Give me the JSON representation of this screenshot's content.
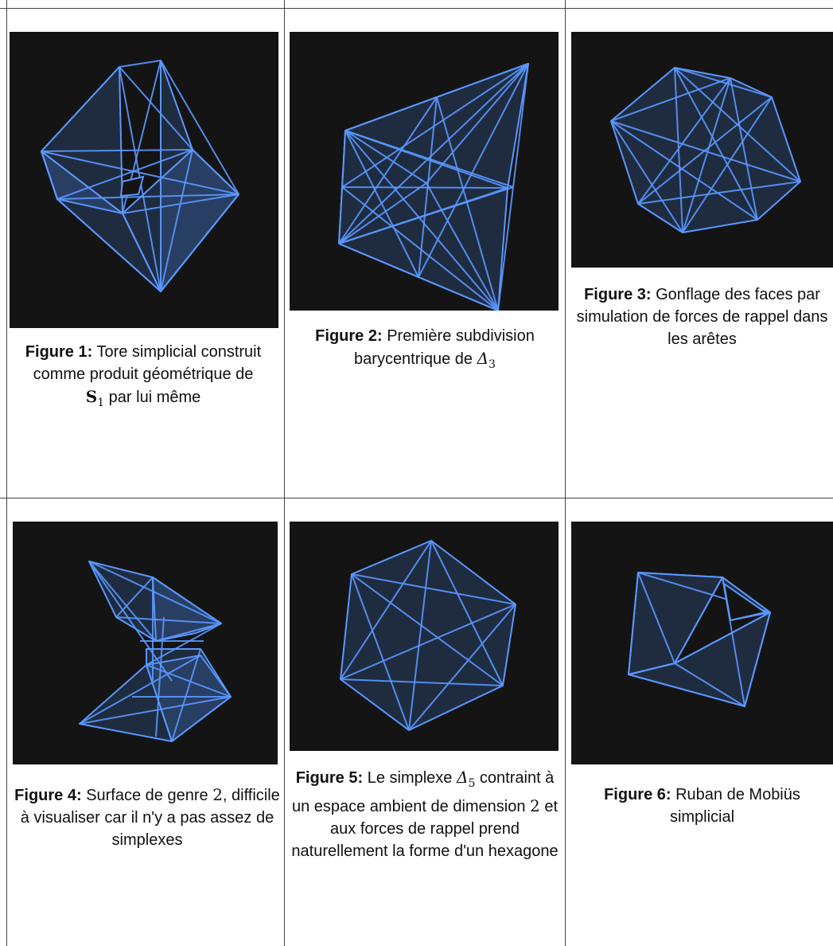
{
  "figures": [
    {
      "label": "Figure 1:",
      "parts": [
        "Tore simplicial construit comme produit géométrique de ",
        "S",
        "1",
        " par lui même"
      ],
      "image": "simplicial-torus"
    },
    {
      "label": "Figure 2:",
      "parts": [
        "Première subdivision barycentrique de ",
        "Δ",
        "3"
      ],
      "image": "barycentric-subdivision"
    },
    {
      "label": "Figure 3:",
      "parts": [
        "Gonflage des faces par simulation de forces de rappel dans les arêtes"
      ],
      "image": "inflated-faces"
    },
    {
      "label": "Figure 4:",
      "parts": [
        "Surface de genre ",
        "2",
        ", difficile à visualiser car il n'y a pas assez de simplexes"
      ],
      "image": "genus-2-surface"
    },
    {
      "label": "Figure 5:",
      "parts": [
        "Le simplexe ",
        "Δ",
        "5",
        " contraint à un espace ambient de dimension ",
        "2",
        " et aux forces de rappel prend naturellement la forme d'un hexagone"
      ],
      "image": "simplex-hexagon"
    },
    {
      "label": "Figure 6:",
      "parts": [
        "Ruban de Mobiüs simplicial"
      ],
      "image": "mobius-strip"
    }
  ],
  "colors": {
    "figure_bg": "#141414",
    "edge": "#5a97ff",
    "face": "#4a84dd",
    "grid_line": "#444444"
  }
}
